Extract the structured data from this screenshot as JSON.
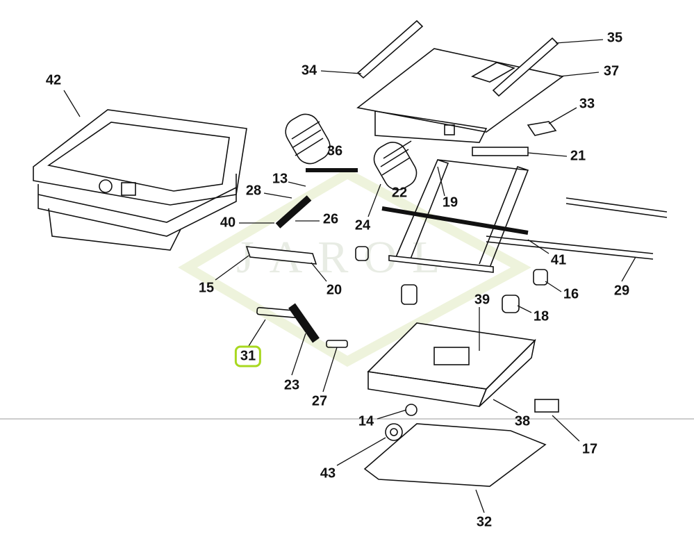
{
  "watermark": "JAROL",
  "highlight_color": "#a8d820",
  "highlighted_part": "31",
  "callouts": [
    "42",
    "34",
    "35",
    "37",
    "33",
    "36",
    "21",
    "13",
    "28",
    "22",
    "19",
    "26",
    "40",
    "24",
    "41",
    "15",
    "20",
    "16",
    "29",
    "39",
    "18",
    "31",
    "23",
    "27",
    "38",
    "14",
    "17",
    "43",
    "32"
  ]
}
